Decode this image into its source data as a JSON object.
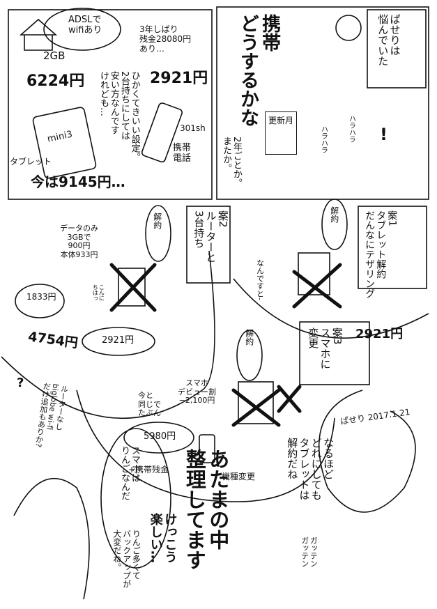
{
  "panel1": {
    "speech_adsl": "ADSLで\nwifiあり",
    "contract_note": "3年しばり\n残金28080円\nあり…",
    "data_plan": "2GB",
    "tablet_price": "6224円",
    "phone_price": "2921円",
    "comment": "ひかくてきいい設定。\n2台持ちにしては\n安い方なんです\nけれども…",
    "tablet_model": "mini3",
    "tablet_label": "タブレット",
    "phone_model": "301sh",
    "phone_label": "携帯\n電話",
    "total_now": "今は9145円…"
  },
  "panel2": {
    "narration": "ぱせりは\n悩んでいた",
    "title": "携帯\nどうするかな",
    "sigh": "2年ごとか。\nまたか。",
    "paper": "更新月",
    "sfx1": "ハラハラ",
    "sfx2": "ハラハラ",
    "exclaim": "!"
  },
  "plan2": {
    "card": "案2\nルーターと\n3台持ち",
    "router_note": "データのみ\n3GBで\n900円\n本体933円",
    "cancel": "解約",
    "router_price": "1833円",
    "router_greeting": "こんに\nちはっ",
    "phone_price": "2921円",
    "total": "4754円"
  },
  "plan1": {
    "card": "案1\nタブレット解約\nだんなにテザリング",
    "cancel": "解約",
    "reaction": "なんですと-",
    "total": "2921円"
  },
  "plan3": {
    "card": "案3\nスマホに\n変更",
    "cancel": "解約",
    "discount": "スマホ\nデビュー割\n−2,100円",
    "same_note": "今と\n同じで\nたぶん",
    "price": "5980円",
    "extra": "+携帯残金",
    "change": "機種変更"
  },
  "side": {
    "question": "?",
    "idea": "ルーターなし\nbiglobe wi-fi\nだけ追加もありか?"
  },
  "bottom": {
    "signature": "ぱせり 2017.1.21",
    "conclusion": "なるほど\nどれにしても\nタブレットは\n解約だね",
    "husband_speech": "スマホは\nりんごなんだ",
    "backup_note": "りんご多くて\nバックアップが\n大変だね。",
    "main_title": "あたまの中\n整理してます",
    "fun": "けっこう\n楽しい…",
    "sfx": "ガッテン\nガッテン"
  }
}
